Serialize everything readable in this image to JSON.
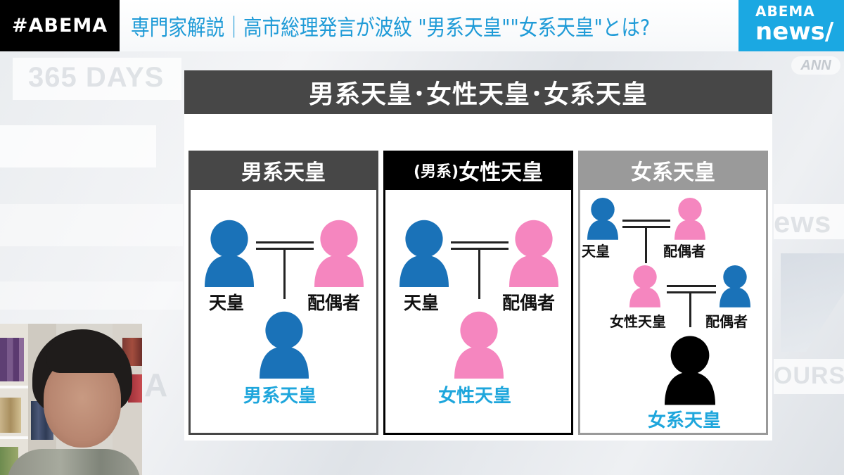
{
  "header": {
    "channel_tag": "#ABEMA",
    "headline": "専門家解説｜高市総理発言が波紋 \"男系天皇\"\"女系天皇\"とは?",
    "logo_line1": "ABEMA",
    "logo_line2": "news/",
    "network_badge": "ANN"
  },
  "background": {
    "studio_text_1": "365 DAYS",
    "studio_text_2": "ews",
    "studio_text_3": "OURS",
    "studio_text_4": "A"
  },
  "board": {
    "title": "男系天皇･女性天皇･女系天皇",
    "columns": [
      {
        "heading": "男系天皇",
        "heading_prefix": "",
        "people": {
          "parent_left": {
            "label": "天皇",
            "color": "#1a72b8"
          },
          "parent_right": {
            "label": "配偶者",
            "color": "#f586bf"
          },
          "child": {
            "label": "男系天皇",
            "color": "#1a72b8"
          }
        }
      },
      {
        "heading": "女性天皇",
        "heading_prefix": "(男系)",
        "people": {
          "parent_left": {
            "label": "天皇",
            "color": "#1a72b8"
          },
          "parent_right": {
            "label": "配偶者",
            "color": "#f586bf"
          },
          "child": {
            "label": "女性天皇",
            "color": "#f586bf"
          }
        }
      },
      {
        "heading": "女系天皇",
        "heading_prefix": "",
        "people": {
          "gen1_left": {
            "label": "天皇",
            "color": "#1a72b8"
          },
          "gen1_right": {
            "label": "配偶者",
            "color": "#f586bf"
          },
          "gen2_left": {
            "label": "女性天皇",
            "color": "#f586bf"
          },
          "gen2_right": {
            "label": "配偶者",
            "color": "#1a72b8"
          },
          "child": {
            "label": "女系天皇",
            "color": "#000000"
          }
        }
      }
    ]
  },
  "colors": {
    "male": "#1a72b8",
    "female": "#f586bf",
    "unknown": "#000000",
    "accent_label": "#1ea6dc",
    "brand_blue": "#1ba8e2"
  },
  "video_inset": {
    "description": "Expert speaking via video call in front of bookshelves"
  }
}
